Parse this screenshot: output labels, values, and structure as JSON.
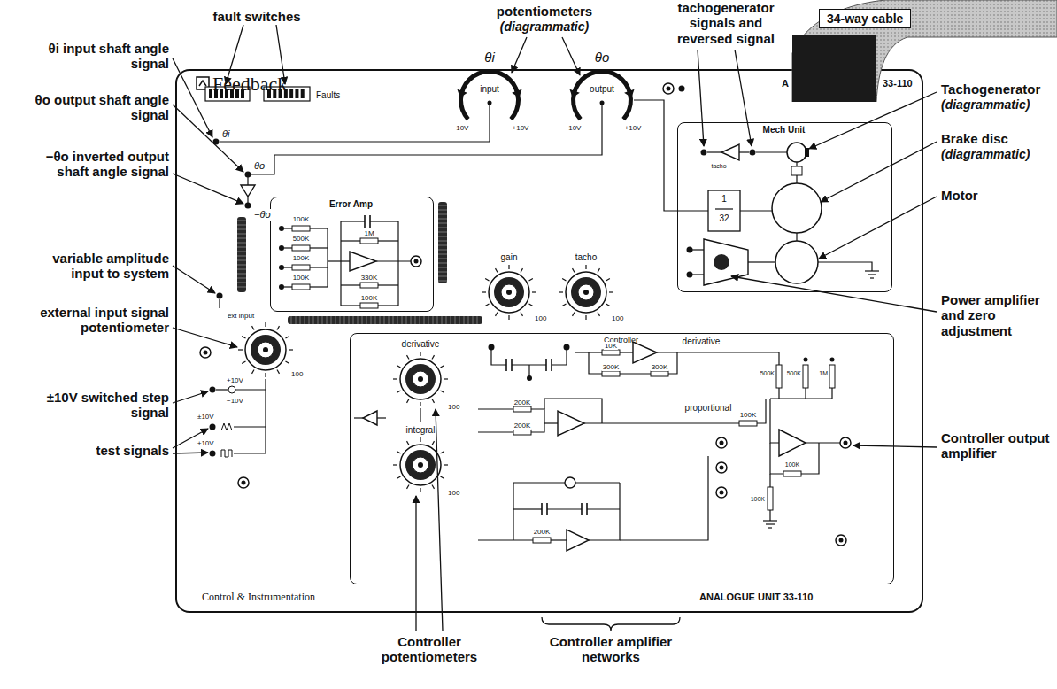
{
  "diagram": {
    "nodes": [
      {
        "text": [
          "Feedback",
          "Control & Instrumentation",
          "ANALOGUE UNIT 33-110"
        ]
      },
      {
        "text": [
          "Error Amp"
        ],
        "in": 0
      },
      {
        "text": [
          "Mech Unit"
        ],
        "in": 0
      },
      {
        "text": [
          "Controller"
        ],
        "in": 0
      },
      {
        "text": [
          "34-way cable"
        ]
      }
    ],
    "labels": [
      "fault switches",
      "potentiometers",
      "(diagrammatic)",
      "tachogenerator signals and reversed signal",
      "θi input shaft angle signal",
      "θo output shaft angle signal",
      "−θo inverted output shaft angle signal",
      "variable amplitude input to system",
      "external input signal potentiometer",
      "±10V switched step signal",
      "test signals",
      "Tachogenerator",
      "(diagrammatic)",
      "Brake disc",
      "(diagrammatic)",
      "Motor",
      "Power amplifier and zero adjustment",
      "Controller output amplifier",
      "Controller amplifier networks",
      "Controller potentiometers",
      "Faults",
      "θi",
      "θo",
      "−θo",
      "θi",
      "θo",
      "input",
      "output",
      "−10V",
      "+10V",
      "−10V",
      "+10V",
      "100K",
      "500K",
      "100K",
      "100K",
      "1M",
      "330K",
      "100K",
      "gain",
      "tacho",
      "100",
      "100",
      "ext input",
      "100",
      "+10V",
      "−10V",
      "±10V",
      "±10V",
      "tacho",
      "1",
      "32",
      "derivative",
      "100",
      "integral",
      "100",
      "10K",
      "300K",
      "300K",
      "derivative",
      "200K",
      "200K",
      "proportional",
      "100K",
      "500K",
      "500K",
      "1M",
      "100K",
      "100K",
      "200K",
      "A",
      "33-110"
    ]
  }
}
